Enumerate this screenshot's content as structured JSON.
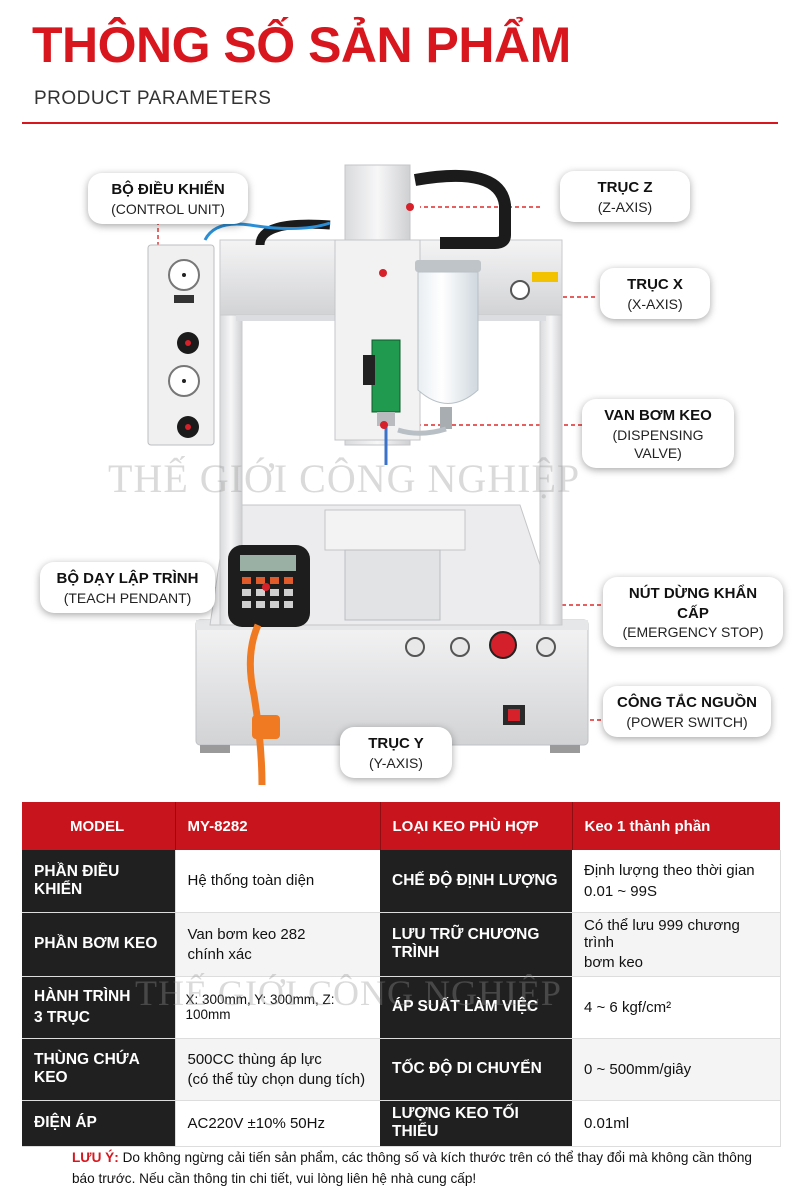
{
  "header": {
    "title": "THÔNG SỐ SẢN PHẨM",
    "subtitle": "PRODUCT PARAMETERS"
  },
  "colors": {
    "accent": "#d7161e",
    "label_bg": "#202020",
    "header_bg": "#c8141c"
  },
  "callouts": {
    "control_unit": {
      "vi": "BỘ ĐIỀU KHIỂN",
      "en": "(CONTROL UNIT)"
    },
    "z_axis": {
      "vi": "TRỤC Z",
      "en": "(Z-AXIS)"
    },
    "x_axis": {
      "vi": "TRỤC X",
      "en": "(X-AXIS)"
    },
    "dispensing_valve": {
      "vi": "VAN BƠM KEO",
      "en": "(DISPENSING VALVE)"
    },
    "teach_pendant": {
      "vi": "BỘ DẠY LẬP TRÌNH",
      "en": "(TEACH PENDANT)"
    },
    "emergency_stop": {
      "vi": "NÚT DỪNG KHẨN CẤP",
      "en": "(EMERGENCY STOP)"
    },
    "power_switch": {
      "vi": "CÔNG TẮC NGUỒN",
      "en": "(POWER SWITCH)"
    },
    "y_axis": {
      "vi": "TRỤC Y",
      "en": "(Y-AXIS)"
    }
  },
  "watermark": "THẾ GIỚI CÔNG NGHIỆP",
  "table": {
    "header": [
      "MODEL",
      "MY-8282",
      "LOẠI KEO PHÙ HỢP",
      "Keo 1 thành phần"
    ],
    "rows": [
      {
        "l1": "PHẦN ĐIỀU KHIỂN",
        "v1": "Hệ thống toàn diện",
        "l2": "CHẾ ĐỘ ĐỊNH LƯỢNG",
        "v2a": "Định lượng theo thời gian",
        "v2b": "0.01 ~ 99S"
      },
      {
        "l1": "PHẦN BƠM KEO",
        "v1a": "Van bơm keo 282",
        "v1b": "chính xác",
        "l2": "LƯU TRỮ CHƯƠNG TRÌNH",
        "v2a": "Có thể lưu 999 chương trình",
        "v2b": "bơm keo"
      },
      {
        "l1a": "HÀNH TRÌNH",
        "l1b": "3 TRỤC",
        "v1": "X: 300mm, Y: 300mm, Z: 100mm",
        "l2": "ÁP SUẤT LÀM VIỆC",
        "v2": "4 ~ 6 kgf/cm²"
      },
      {
        "l1": "THÙNG CHỨA KEO",
        "v1a": "500CC thùng áp lực",
        "v1b": "(có thể tùy chọn dung tích)",
        "l2": "TỐC ĐỘ DI CHUYỂN",
        "v2": "0 ~ 500mm/giây"
      },
      {
        "l1": "ĐIỆN ÁP",
        "v1": "AC220V ±10% 50Hz",
        "l2": "LƯỢNG KEO TỐI THIỂU",
        "v2": "0.01ml"
      }
    ]
  },
  "note": {
    "label": "LƯU Ý:",
    "text": "Do không ngừng cải tiến sản phẩm, các thông số và kích thước trên có thể thay đổi mà không cần thông báo trước. Nếu cần thông tin chi tiết, vui lòng liên hệ nhà cung cấp!"
  }
}
